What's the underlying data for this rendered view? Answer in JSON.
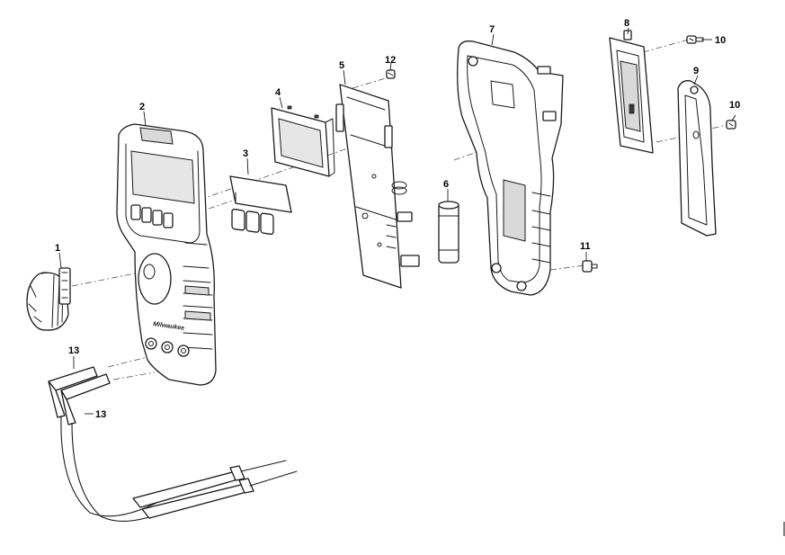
{
  "diagram": {
    "callouts": {
      "c1": "1",
      "c2": "2",
      "c3": "3",
      "c4": "4",
      "c5": "5",
      "c6": "6",
      "c7": "7",
      "c8": "8",
      "c9": "9",
      "c10a": "10",
      "c10b": "10",
      "c11": "11",
      "c12": "12",
      "c13a": "13",
      "c13b": "13"
    },
    "logo": "Milwaukee",
    "colors": {
      "line": "#1a1a1a",
      "background": "#ffffff",
      "shade": "#d9d9d9"
    }
  }
}
